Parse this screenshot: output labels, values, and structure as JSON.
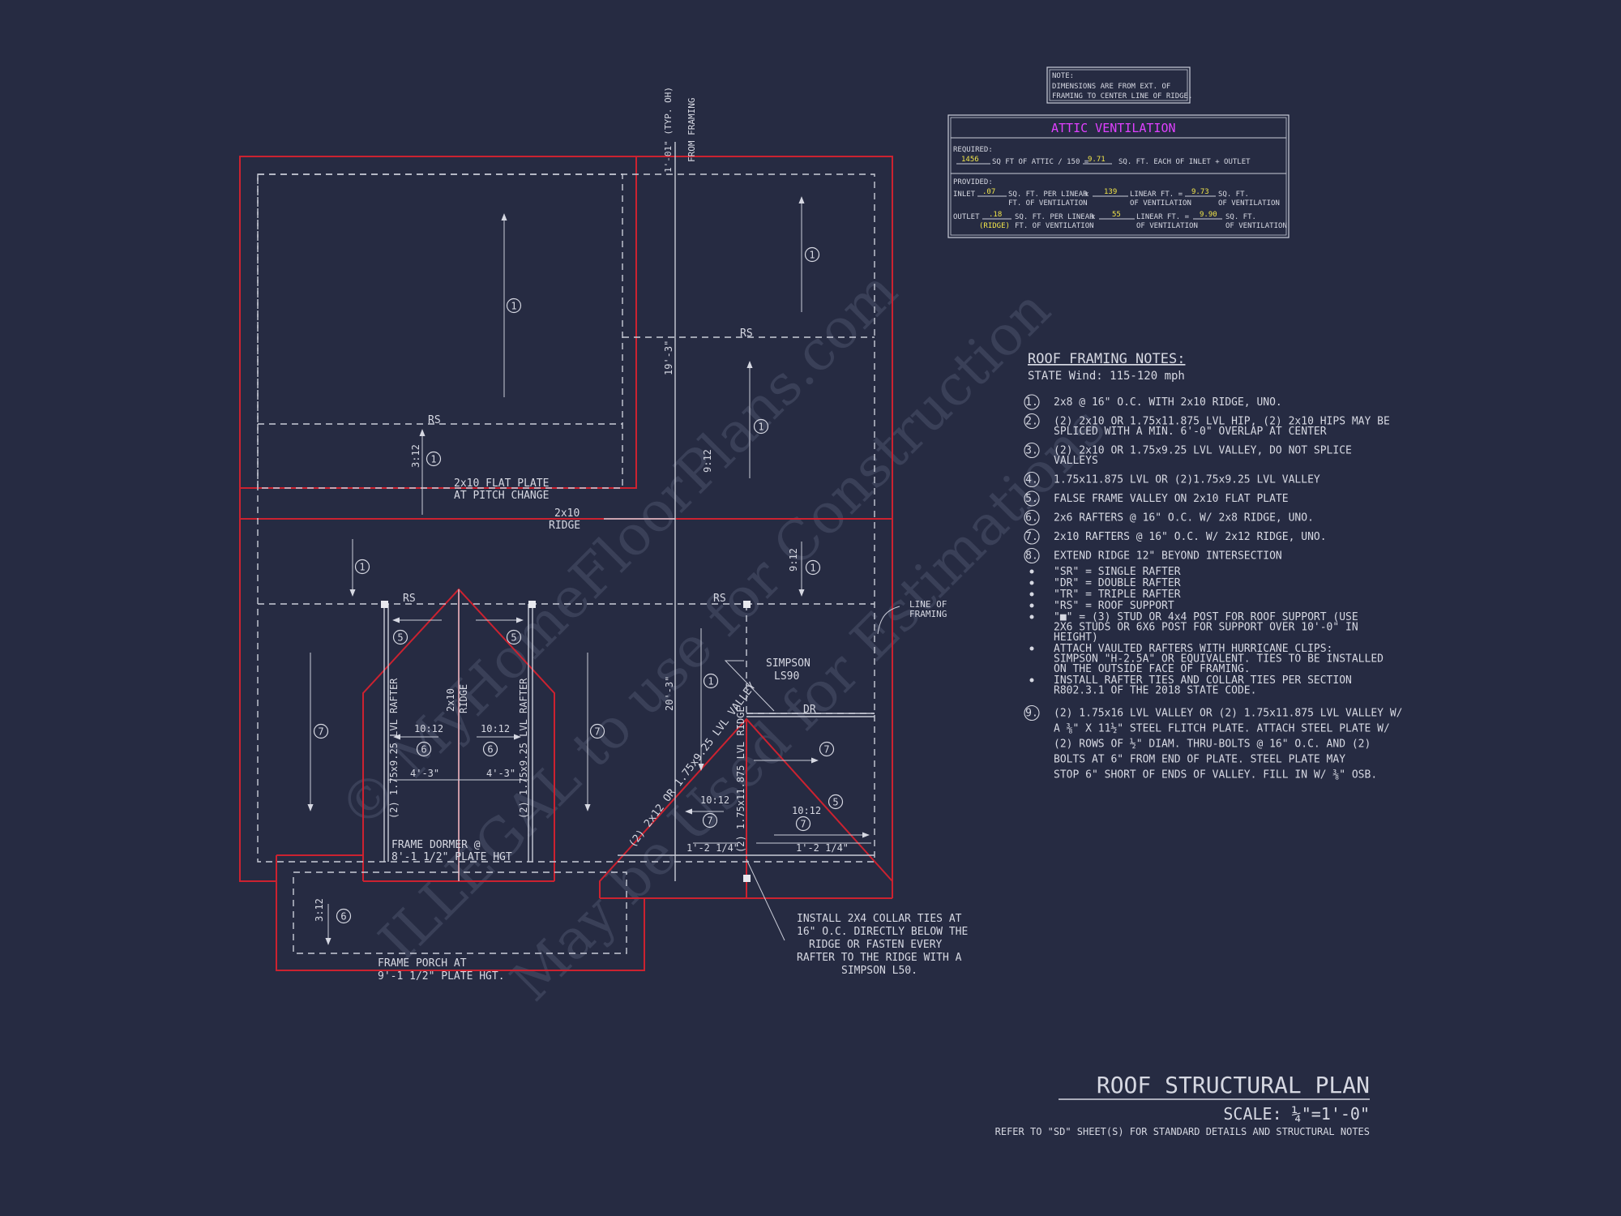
{
  "watermark": {
    "line1": "© MyHomeFloorPlans.com",
    "line2": "ILLEGAL to use for Construction",
    "line3": "May be Used for Estimations"
  },
  "top_note": {
    "heading": "NOTE:",
    "line1": "DIMENSIONS ARE FROM EXT. OF",
    "line2": "FRAMING TO CENTER LINE OF RIDGE."
  },
  "attic": {
    "title": "ATTIC VENTILATION",
    "required_label": "REQUIRED:",
    "req_value": "1456",
    "req_text1": "SQ FT OF ATTIC / 150 =",
    "req_value2": "9.71",
    "req_text2": "SQ. FT. EACH OF INLET + OUTLET",
    "provided_label": "PROVIDED:",
    "inlet_label": "INLET",
    "inlet_value": ".07",
    "inlet_text1": "SQ. FT. PER LINEAR",
    "inlet_text1b": "FT. OF VENTILATION",
    "inlet_x": "x",
    "inlet_lf": "139",
    "inlet_text2": "LINEAR FT. =",
    "inlet_text2b": "OF VENTILATION",
    "inlet_sf": "9.73",
    "inlet_text3": "SQ. FT.",
    "inlet_text3b": "OF VENTILATION",
    "outlet_label": "OUTLET",
    "outlet_value": ".18",
    "outlet_ridge": "(RIDGE)",
    "outlet_text1": "SQ. FT. PER LINEAR",
    "outlet_text1b": "FT. OF VENTILATION",
    "outlet_x": "x",
    "outlet_lf": "55",
    "outlet_text2": "LINEAR FT. =",
    "outlet_text2b": "OF VENTILATION",
    "outlet_sf": "9.90",
    "outlet_text3": "SQ. FT.",
    "outlet_text3b": "OF VENTILATION"
  },
  "notes": {
    "title": "ROOF FRAMING NOTES:",
    "wind": "STATE Wind: 115-120 mph",
    "numbered": [
      {
        "num": "1.",
        "lines": [
          "2x8 @ 16\" O.C. WITH 2x10 RIDGE, UNO."
        ]
      },
      {
        "num": "2.",
        "lines": [
          "(2) 2x10 OR 1.75x11.875 LVL HIP, (2) 2x10 HIPS MAY BE",
          "SPLICED WITH A MIN. 6'-0\" OVERLAP AT CENTER"
        ]
      },
      {
        "num": "3.",
        "lines": [
          "(2) 2x10 OR 1.75x9.25 LVL VALLEY, DO NOT SPLICE",
          "VALLEYS"
        ]
      },
      {
        "num": "4.",
        "lines": [
          "1.75x11.875 LVL OR (2)1.75x9.25 LVL VALLEY"
        ]
      },
      {
        "num": "5.",
        "lines": [
          "FALSE FRAME VALLEY ON 2x10 FLAT PLATE"
        ]
      },
      {
        "num": "6.",
        "lines": [
          "2x6 RAFTERS @ 16\" O.C. W/ 2x8 RIDGE, UNO."
        ]
      },
      {
        "num": "7.",
        "lines": [
          "2x10 RAFTERS @ 16\" O.C. W/ 2x12 RIDGE, UNO."
        ]
      },
      {
        "num": "8.",
        "lines": [
          "EXTEND RIDGE 12\" BEYOND INTERSECTION"
        ]
      }
    ],
    "bullets": [
      {
        "lines": [
          "\"SR\"  = SINGLE RAFTER"
        ]
      },
      {
        "lines": [
          "\"DR\" = DOUBLE RAFTER"
        ]
      },
      {
        "lines": [
          "\"TR\" = TRIPLE RAFTER"
        ]
      },
      {
        "lines": [
          "\"RS\" = ROOF SUPPORT"
        ]
      },
      {
        "lines": [
          "\"■\" = (3) STUD OR 4x4 POST FOR ROOF SUPPORT (USE",
          "2X6 STUDS OR 6X6 POST FOR SUPPORT OVER 10'-0\" IN",
          "HEIGHT)"
        ]
      },
      {
        "lines": [
          "ATTACH VAULTED RAFTERS WITH HURRICANE CLIPS:",
          "SIMPSON \"H-2.5A\" OR EQUIVALENT. TIES TO BE INSTALLED",
          "ON THE OUTSIDE FACE OF FRAMING."
        ]
      },
      {
        "lines": [
          "INSTALL RAFTER TIES AND COLLAR TIES PER SECTION",
          "R802.3.1 OF THE 2018 STATE CODE."
        ]
      }
    ],
    "note9": {
      "num": "9.",
      "lines": [
        "(2) 1.75x16 LVL VALLEY OR (2) 1.75x11.875 LVL VALLEY W/",
        "A ⅜\" X 11½\" STEEL FLITCH PLATE. ATTACH STEEL PLATE W/",
        "(2) ROWS OF ½\" DIAM. THRU-BOLTS @ 16\" O.C. AND (2)",
        "BOLTS AT 6\" FROM END OF PLATE.  STEEL PLATE MAY",
        "STOP 6\" SHORT OF ENDS OF VALLEY. FILL IN W/ ⅜\" OSB."
      ]
    }
  },
  "title_block": {
    "title": "ROOF STRUCTURAL PLAN",
    "scale": "SCALE: ¼\"=1'-0\"",
    "refer": "REFER TO \"SD\" SHEET(S) FOR STANDARD DETAILS AND STRUCTURAL NOTES"
  },
  "plan": {
    "top_dim": "1'-01\" (TYP. OH)",
    "from_framing": "FROM FRAMING",
    "dim_19_3": "19'-3\"",
    "dim_20_3": "20'-3\"",
    "rs": "RS",
    "dr": "DR",
    "flat_plate_1": "2x10 FLAT PLATE",
    "flat_plate_2": "AT PITCH CHANGE",
    "ridge_1": "2x10",
    "ridge_2": "RIDGE",
    "pitch_3_12": "3:12",
    "pitch_9_12": "9:12",
    "pitch_10_12": "10:12",
    "line_of_framing_1": "LINE OF",
    "line_of_framing_2": "FRAMING",
    "simpson_1": "SIMPSON",
    "simpson_2": "LS90",
    "lvl_rafter": "(2) 1.75x9.25 LVL RAFTER",
    "dormer_ridge_1": "2x10",
    "dormer_ridge_2": "RIDGE",
    "dim_4_3": "4'-3\"",
    "dim_1_2": "1'-2 1/4\"",
    "valley": "(2) 2x12 OR 1.75x9.25 LVL VALLEY",
    "lvl_ridge": "(2) 1.75x11.875 LVL RIDGE",
    "dormer_note_1": "FRAME DORMER @",
    "dormer_note_2": "8'-1 1/2\" PLATE HGT",
    "porch_note_1": "FRAME PORCH AT",
    "porch_note_2": "9'-1 1/2\" PLATE HGT.",
    "collar_1": "INSTALL 2X4 COLLAR TIES AT",
    "collar_2": "16\" O.C. DIRECTLY BELOW THE",
    "collar_3": "RIDGE OR FASTEN EVERY",
    "collar_4": "RAFTER TO THE RIDGE WITH A",
    "collar_5": "SIMPSON L50.",
    "tag1": "1",
    "tag5": "5",
    "tag6": "6",
    "tag7": "7"
  }
}
